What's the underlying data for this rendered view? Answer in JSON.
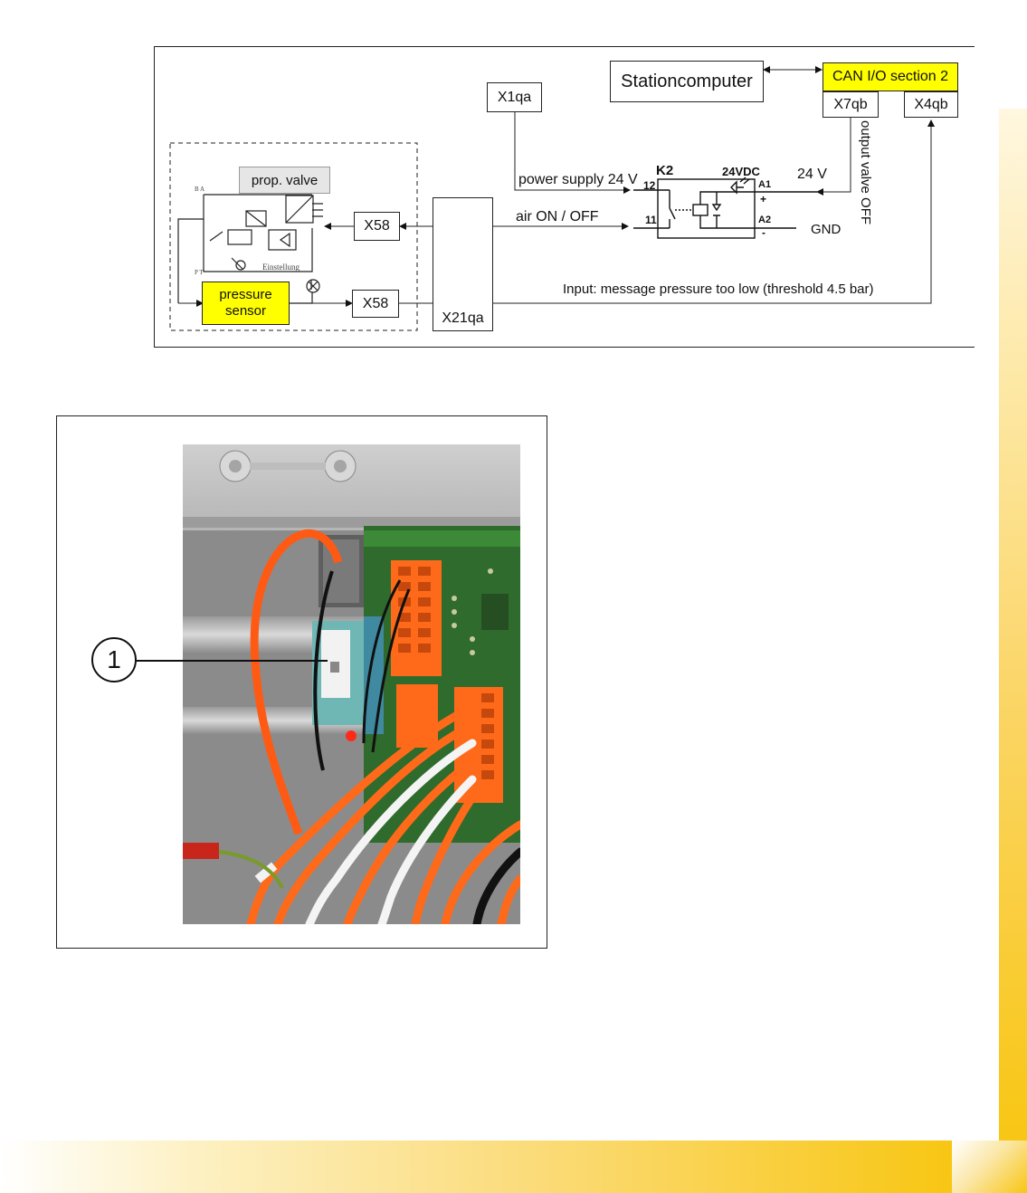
{
  "diagram": {
    "prop_valve": "prop. valve",
    "pressure_sensor_line1": "pressure",
    "pressure_sensor_line2": "sensor",
    "x58_top": "X58",
    "x58_bottom": "X58",
    "x21qa": "X21qa",
    "x1qa": "X1qa",
    "stationcomputer": "Stationcomputer",
    "can_io": "CAN I/O section 2",
    "x7qb": "X7qb",
    "x4qb": "X4qb",
    "power_supply": "power supply 24 V",
    "air_on_off": "air ON / OFF",
    "relay_k2": "K2",
    "relay_24vdc": "24VDC",
    "pin_12": "12",
    "pin_11": "11",
    "pin_a1": "A1",
    "pin_a2": "A2",
    "plus": "+",
    "minus": "-",
    "v24": "24 V",
    "gnd": "GND",
    "output_valve_off": "output valve OFF",
    "input_message": "Input: message pressure too low (threshold 4.5 bar)",
    "einstellung": "Einstellung"
  },
  "photo": {
    "callout": "1"
  },
  "colors": {
    "highlight_yellow": "#ffff00",
    "band_gold": "#f8c613",
    "terminal_orange": "#ff6a1a",
    "pcb_green": "#2f6b2c"
  }
}
